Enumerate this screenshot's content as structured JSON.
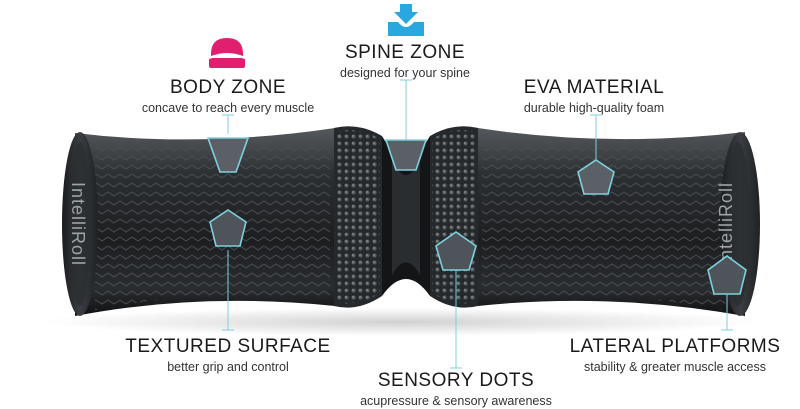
{
  "brand": {
    "name": "IntelliRoll"
  },
  "colors": {
    "pink": "#e0206e",
    "blue": "#29a8df",
    "teal": "#7fd0de",
    "roller_dark": "#2a2d30"
  },
  "icons": {
    "body_zone": "body-zone-icon",
    "spine_zone": "spine-zone-icon"
  },
  "features": {
    "spine_zone": {
      "title": "SPINE ZONE",
      "subtitle": "designed for your spine"
    },
    "body_zone": {
      "title": "BODY ZONE",
      "subtitle": "concave to reach every muscle"
    },
    "eva_material": {
      "title": "EVA MATERIAL",
      "subtitle": "durable high-quality foam"
    },
    "textured_surface": {
      "title": "TEXTURED SURFACE",
      "subtitle": "better grip and control"
    },
    "lateral_platforms": {
      "title": "LATERAL PLATFORMS",
      "subtitle": "stability & greater muscle access"
    },
    "sensory_dots": {
      "title": "SENSORY DOTS",
      "subtitle": "acupressure & sensory awareness"
    }
  }
}
